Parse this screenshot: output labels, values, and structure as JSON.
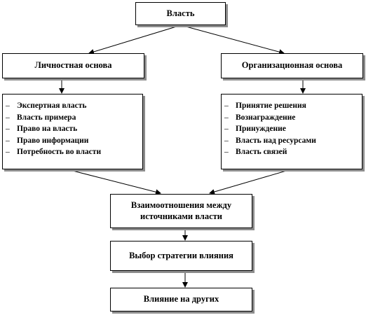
{
  "nodes": {
    "power": "Власть",
    "personal": "Личностная основа",
    "organizational": "Организационная основа",
    "relations_line1": "Взаимоотношения между",
    "relations_line2": "источниками власти",
    "strategy": "Выбор стратегии влияния",
    "influence": "Влияние на других"
  },
  "personal_list": [
    "Экспертная власть",
    "Власть примера",
    "Право на власть",
    "Право информации",
    "Потребность во власти"
  ],
  "organizational_list": [
    "Принятие решения",
    "Вознаграждение",
    "Принуждение",
    "Власть над ресурсами",
    "Власть связей"
  ],
  "edges": [
    {
      "from": "power",
      "to": "personal"
    },
    {
      "from": "power",
      "to": "organizational"
    },
    {
      "from": "personal",
      "to": "personal_list"
    },
    {
      "from": "organizational",
      "to": "organizational_list"
    },
    {
      "from": "personal_list",
      "to": "relations"
    },
    {
      "from": "organizational_list",
      "to": "relations"
    },
    {
      "from": "relations",
      "to": "strategy"
    },
    {
      "from": "strategy",
      "to": "influence"
    }
  ]
}
